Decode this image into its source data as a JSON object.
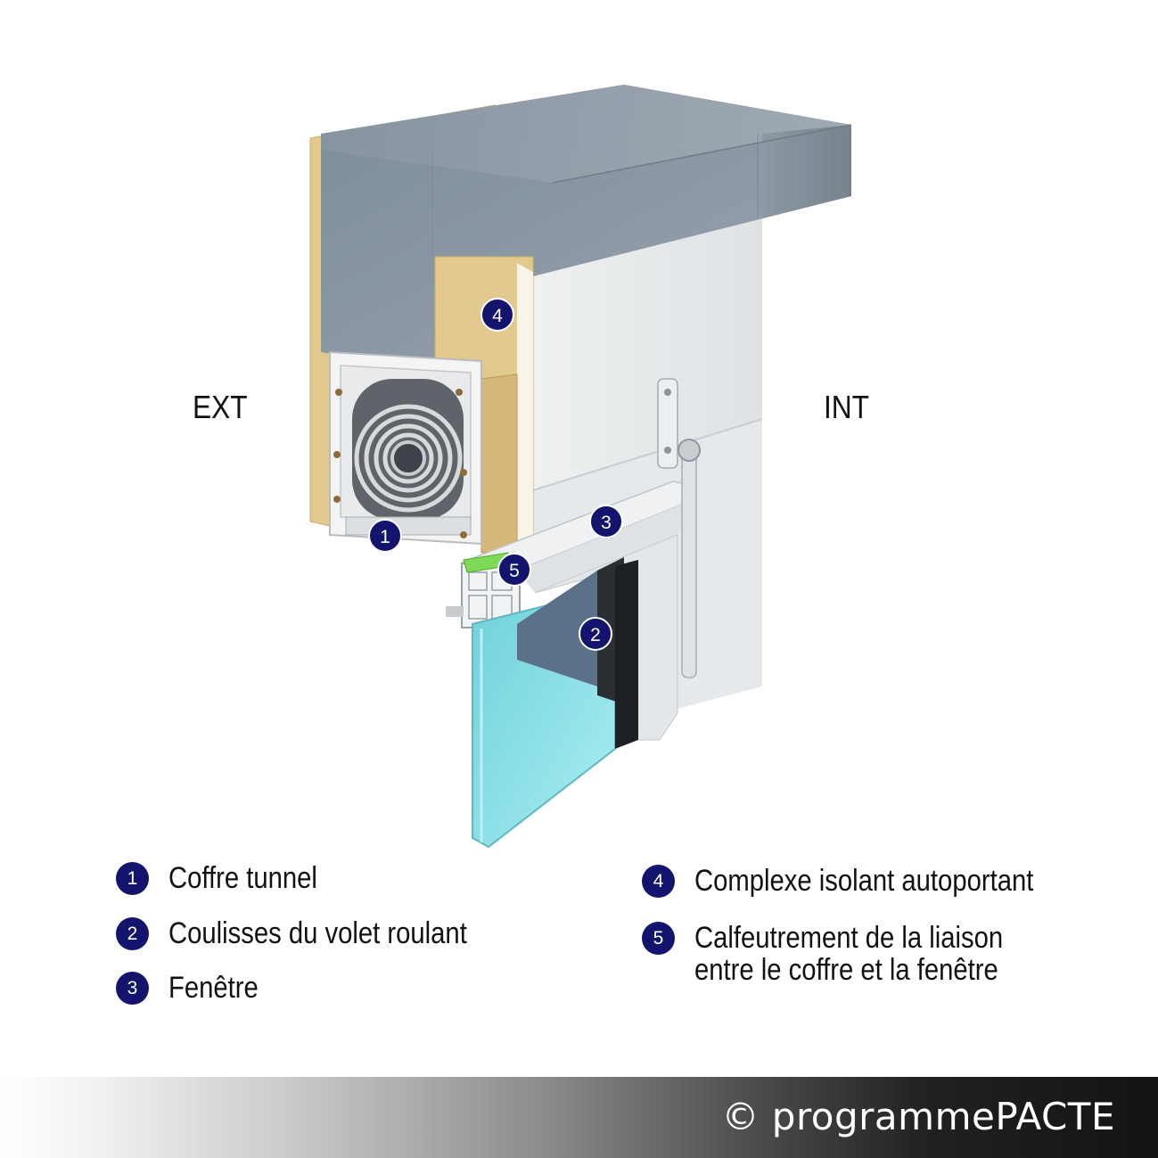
{
  "labels": {
    "exterior": "EXT",
    "interior": "INT"
  },
  "markers": [
    "1",
    "2",
    "3",
    "4",
    "5"
  ],
  "legend": [
    {
      "number": "1",
      "text": [
        "Coffre tunnel"
      ]
    },
    {
      "number": "2",
      "text": [
        "Coulisses du volet roulant"
      ]
    },
    {
      "number": "3",
      "text": [
        "Fenêtre"
      ]
    },
    {
      "number": "4",
      "text": [
        "Complexe isolant autoportant"
      ]
    },
    {
      "number": "5",
      "text": [
        "Calfeutrement de la liaison",
        "entre le coffre et la fenêtre"
      ]
    }
  ],
  "copyright": "© programmePACTE",
  "colors": {
    "marker": "#14136e",
    "concrete": "#8e9aa6",
    "insulation": "#e2c98d",
    "glass": "#8fe3ea",
    "seal": "#7ed957"
  }
}
